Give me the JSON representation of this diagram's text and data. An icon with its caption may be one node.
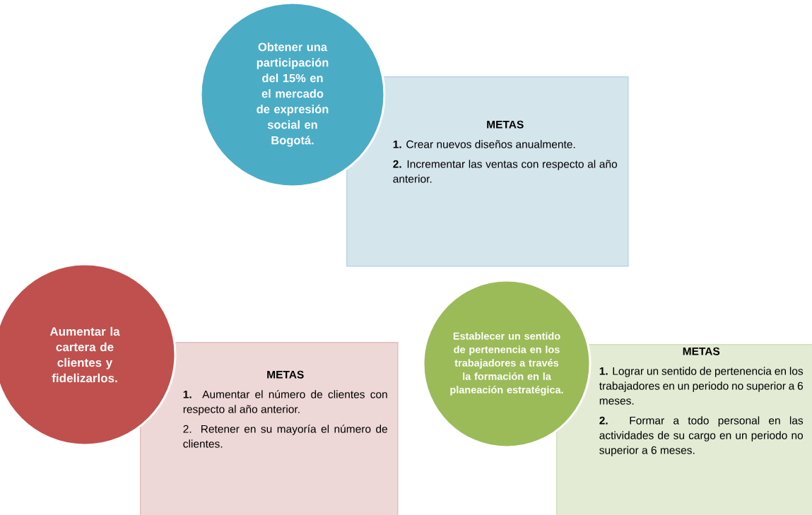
{
  "diagram": {
    "nodes": [
      {
        "text": [
          "Obtener una participación del 15% en el mercado de expresión social en Bogotá."
        ]
      },
      {
        "text": [
          "METAS",
          "**1.** Crear nuevos diseños anualmente.",
          "**2.** Incrementar las ventas con respecto al año anterior."
        ]
      },
      {
        "text": [
          "Aumentar la cartera de clientes y fidelizarlos."
        ]
      },
      {
        "text": [
          "METAS",
          "**1.** Aumentar el número de clientes con respecto al año anterior.",
          "2. Retener en su mayoría el número de clientes."
        ]
      },
      {
        "text": [
          "Establecer un sentido de pertenencia en los trabajadores a través la formación en la planeación estratégica."
        ]
      },
      {
        "text": [
          "METAS",
          "**1.** Lograr un sentido de pertenencia en los trabajadores en un periodo no superior a 6 meses.",
          "**2.** Formar a todo personal en las actividades de su cargo en un periodo no superior a 6 meses."
        ]
      }
    ]
  }
}
